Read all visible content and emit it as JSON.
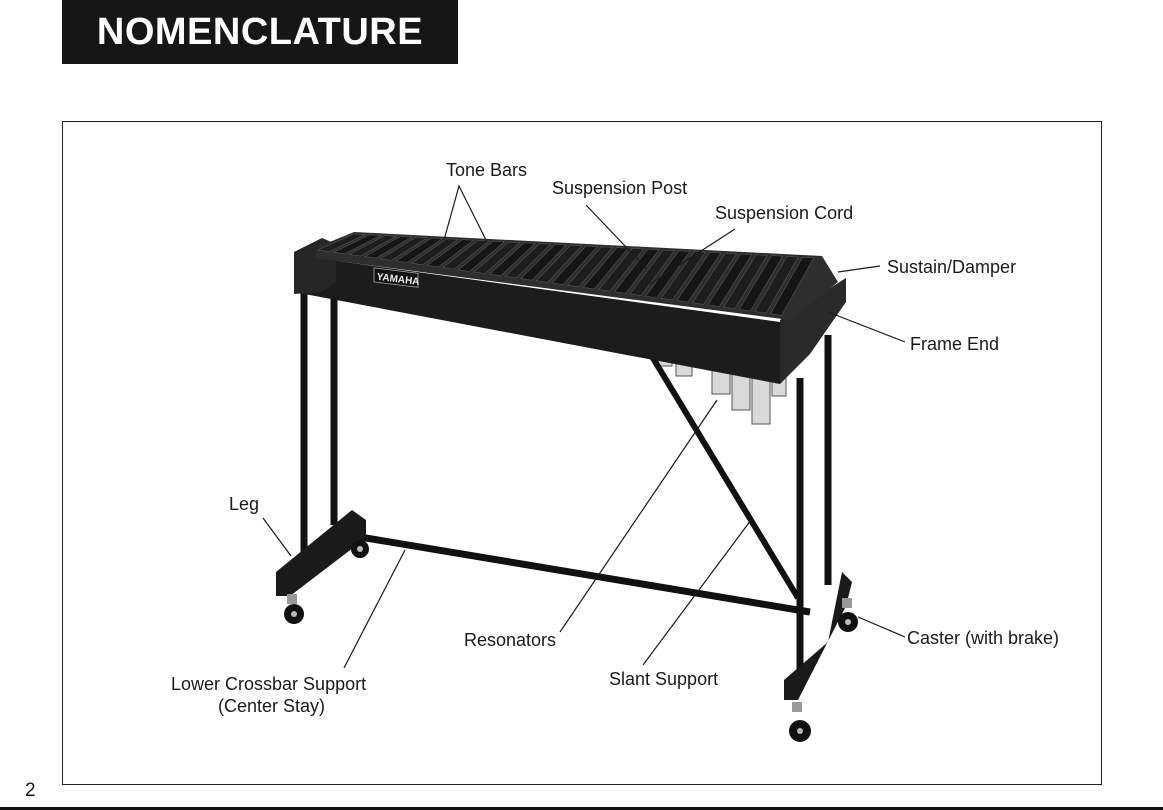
{
  "page": {
    "title": "NOMENCLATURE",
    "page_number": "2"
  },
  "diagram": {
    "brand": "YAMAHA",
    "labels": {
      "tone_bars": "Tone Bars",
      "suspension_post": "Suspension Post",
      "suspension_cord": "Suspension Cord",
      "sustain_damper": "Sustain/Damper",
      "frame_end": "Frame End",
      "leg": "Leg",
      "resonators": "Resonators",
      "slant_support": "Slant Support",
      "caster": "Caster (with brake)",
      "lower_crossbar_line1": "Lower Crossbar Support",
      "lower_crossbar_line2": "(Center Stay)"
    }
  }
}
